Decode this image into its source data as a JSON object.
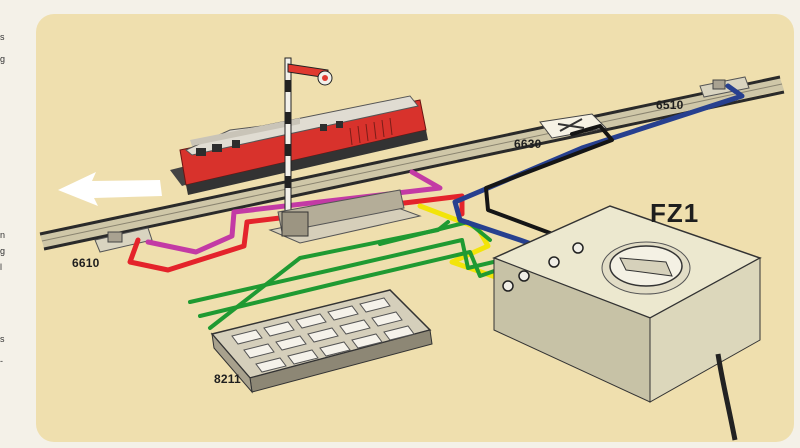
{
  "labels": {
    "controller": "FZ1",
    "keyboard": "8211",
    "contact_left": "6610",
    "contact_right": "6510",
    "uncoupler": "6630"
  },
  "margin_fragments": [
    "s",
    "g",
    "n",
    "g",
    "l",
    "s",
    "-"
  ],
  "colors": {
    "background": "#efdfae",
    "track_rail": "#2a2a2a",
    "locomotive": "#d8322c",
    "wire_red": "#e4232b",
    "wire_magenta": "#c33aa5",
    "wire_yellow": "#f2e40a",
    "wire_green": "#1f9a32",
    "wire_blue": "#27408f",
    "wire_black": "#151515",
    "controller_body": "#ece8cf",
    "arrow": "#ffffff"
  }
}
